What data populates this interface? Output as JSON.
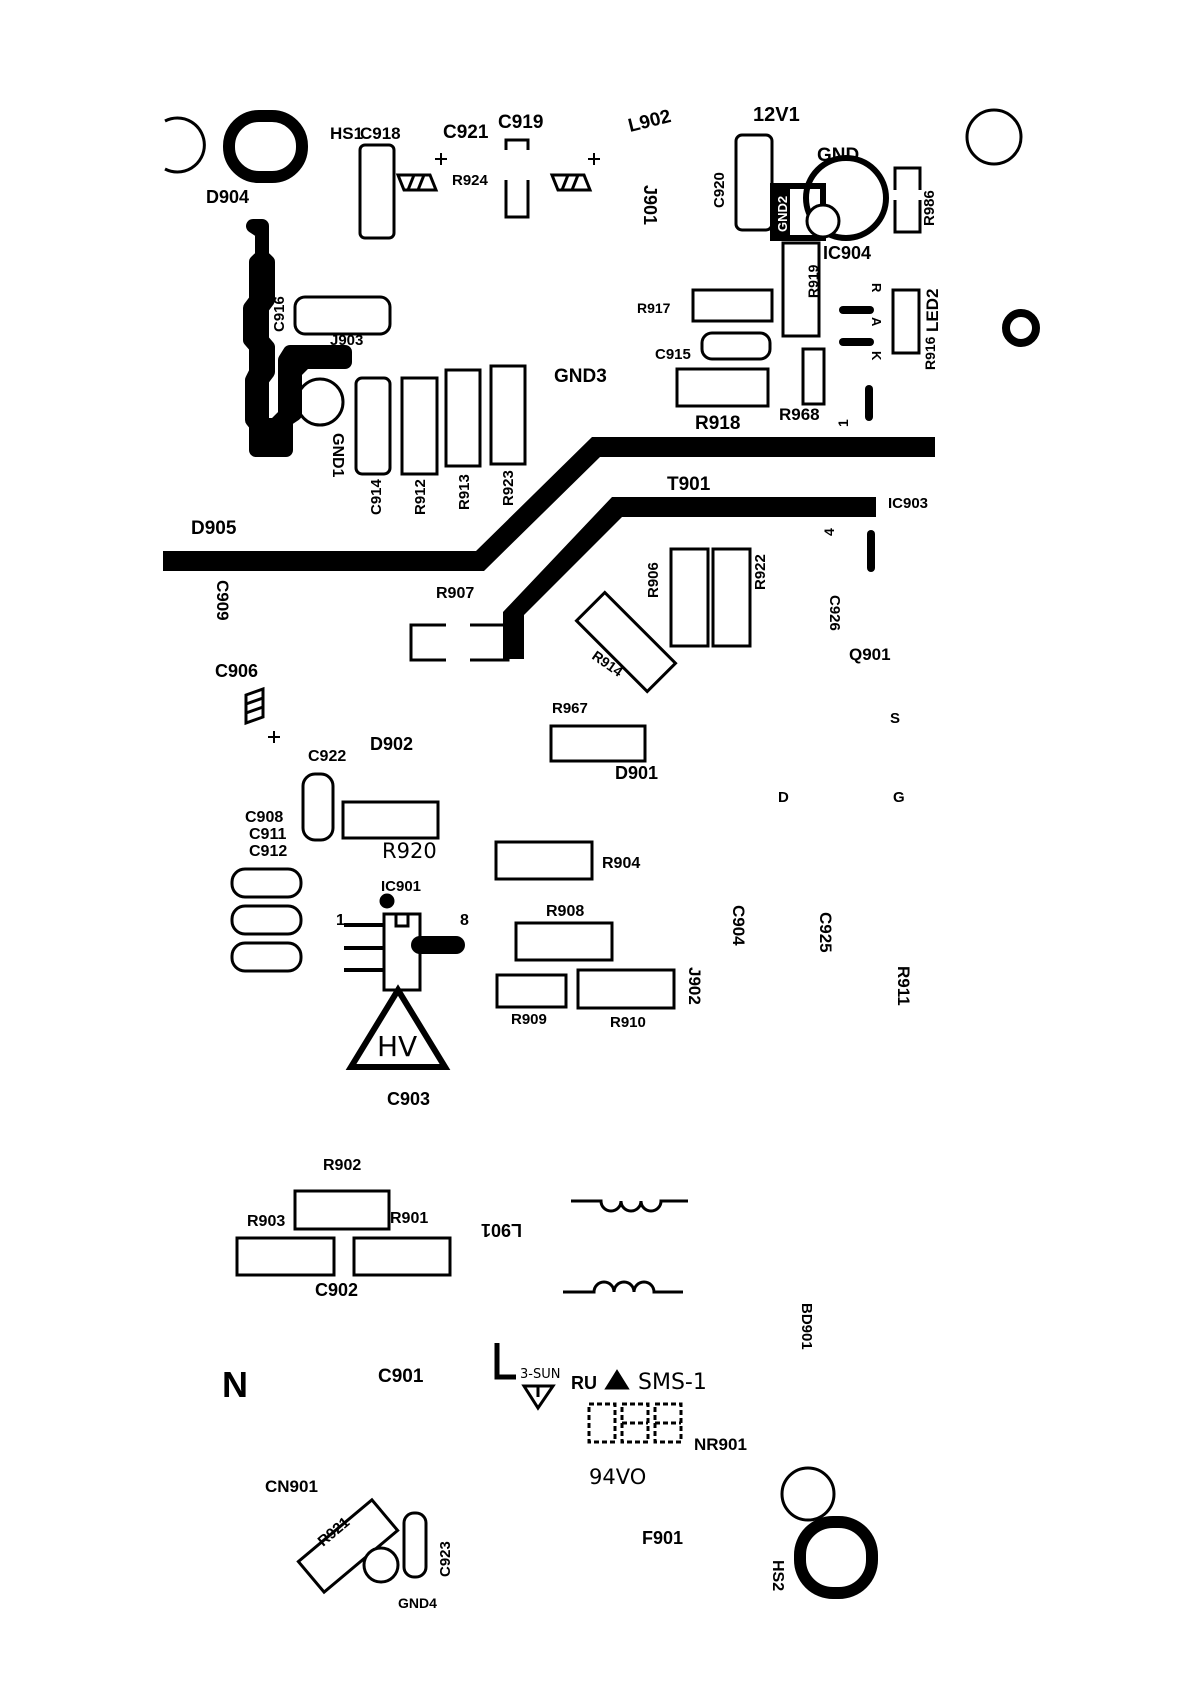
{
  "labels": {
    "HS1": "HS1",
    "C918": "C918",
    "C921": "C921",
    "C919": "C919",
    "L902": "L902",
    "V12V1": "12V1",
    "GND": "GND",
    "R924": "R924",
    "J901": "J901",
    "C920": "C920",
    "GND2": "GND2",
    "R986": "R986",
    "D904": "D904",
    "IC904": "IC904",
    "R919": "R919",
    "R917": "R917",
    "LED2": "LED2",
    "pinR": "R",
    "pinA": "A",
    "pinK": "K",
    "C916": "C916",
    "J903": "J903",
    "C915": "C915",
    "R916": "R916",
    "GND3": "GND3",
    "R918": "R918",
    "R968": "R968",
    "pin1_ic903": "1",
    "GND1": "GND1",
    "C914": "C914",
    "R912": "R912",
    "R913": "R913",
    "R923": "R923",
    "T901": "T901",
    "IC903": "IC903",
    "D905": "D905",
    "pin4": "4",
    "R906": "R906",
    "R922": "R922",
    "C909": "C909",
    "R907": "R907",
    "C926": "C926",
    "R914": "R914",
    "Q901": "Q901",
    "C906": "C906",
    "R967": "R967",
    "S": "S",
    "C922": "C922",
    "D902": "D902",
    "D901": "D901",
    "D": "D",
    "G": "G",
    "C908": "C908",
    "C911": "C911",
    "C912": "C912",
    "R920": "R920",
    "R904": "R904",
    "IC901": "IC901",
    "R908": "R908",
    "C904": "C904",
    "C925": "C925",
    "pin1": "1",
    "pin8": "8",
    "R911": "R911",
    "J902": "J902",
    "R909": "R909",
    "R910": "R910",
    "HV": "HV",
    "C903": "C903",
    "R902": "R902",
    "R903": "R903",
    "R901": "R901",
    "L901": "L901",
    "C902": "C902",
    "BD901": "BD901",
    "N": "N",
    "C901": "C901",
    "SUN": "3-SUN",
    "SMS1": "SMS-1",
    "NR901": "NR901",
    "V94VO": "94VO",
    "CN901": "CN901",
    "R921": "R921",
    "C923": "C923",
    "GND4": "GND4",
    "F901": "F901",
    "HS2": "HS2"
  },
  "colors": {
    "ink": "#000000",
    "board": "#ffffff"
  }
}
